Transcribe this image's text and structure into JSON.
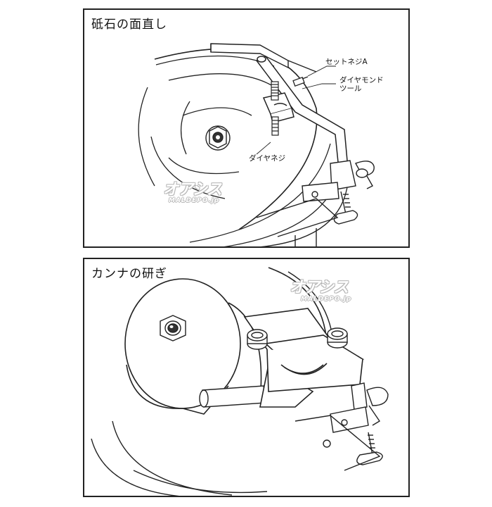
{
  "panels": [
    {
      "title": "砥石の面直し",
      "labels": {
        "set_screw": "セットネジA",
        "diamond_tool_line1": "ダイヤモンド",
        "diamond_tool_line2": "ツール",
        "diamond_screw": "ダイヤネジ"
      }
    },
    {
      "title": "カンナの研ぎ"
    }
  ],
  "watermark": {
    "logo": "オアシス",
    "url": "MALDEPO.jp",
    "color": "#b8b8b8"
  },
  "colors": {
    "line": "#222222",
    "background": "#ffffff"
  }
}
